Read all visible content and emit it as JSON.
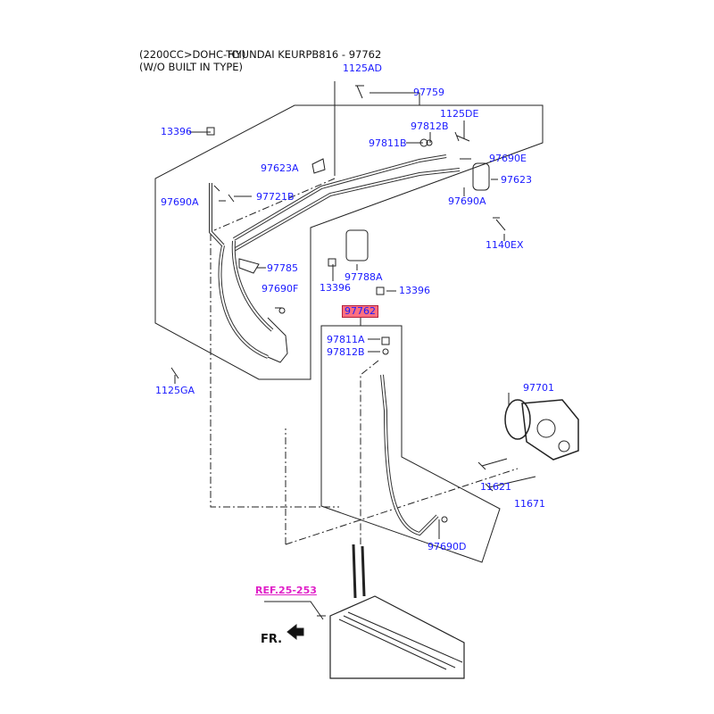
{
  "header": {
    "line1": "(2200CC>DOHC-TCI)",
    "title": "HYUNDAI KEURPB816 - 97762",
    "line2": "(W/O BUILT IN TYPE)"
  },
  "labels": {
    "p1125AD": "1125AD",
    "p97759": "97759",
    "p13396_a": "13396",
    "p97812B_a": "97812B",
    "p1125DE": "1125DE",
    "p97811B": "97811B",
    "p97690E": "97690E",
    "p97623A": "97623A",
    "p97623": "97623",
    "p97690A_r": "97690A",
    "p97690A_l": "97690A",
    "p97721B": "97721B",
    "p1140EX": "1140EX",
    "p97785": "97785",
    "p13396_b": "13396",
    "p97788A": "97788A",
    "p13396_c": "13396",
    "p97690F": "97690F",
    "p97762": "97762",
    "p97811A": "97811A",
    "p97812B_b": "97812B",
    "p1125GA": "1125GA",
    "p97701": "97701",
    "p11621": "11621",
    "p11671": "11671",
    "p97690D": "97690D",
    "ref": "REF.25-253",
    "fr": "FR."
  },
  "colors": {
    "line": "#222222",
    "label": "#1a1aff",
    "highlight": "#ff6f80",
    "ref": "#e020c8"
  }
}
